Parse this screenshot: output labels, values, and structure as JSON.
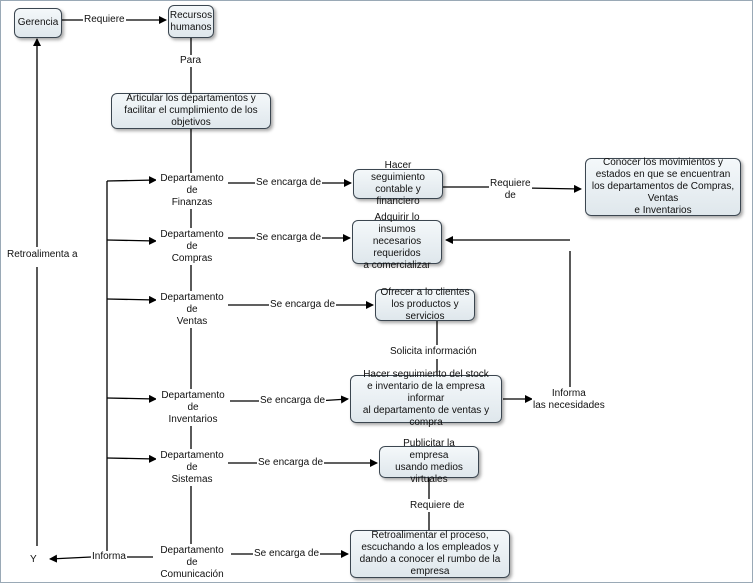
{
  "nodes": {
    "gerencia": "Gerencia",
    "recursos": "Recursos\nhumanos",
    "articular": "Articular los departamentos y\nfacilitar el cumplimiento de los objetivos",
    "seguimiento": "Hacer seguimiento\ncontable y financiero",
    "conocer": "Conocer los movimientos y\nestados en que se encuentran\nlos departamentos de Compras, Ventas\ne Inventarios",
    "adquirir": "Adquirir lo insumos\nnecesarios requeridos\na comercializar",
    "ofrecer": "Ofrecer a lo clientes\nlos productos y servicios",
    "stock": "Hacer seguimiento del stock\ne inventario de la empresa informar\nal departamento de ventas y compra",
    "publicitar": "Publicitar la empresa\nusando medios virtuales",
    "retroalimentar": "Retroalimentar el proceso,\nescuchando a los empleados y\ndando a conocer el rumbo de la empresa"
  },
  "departments": {
    "finanzas": "Departamento de\nFinanzas",
    "compras": "Departamento de\nCompras",
    "ventas": "Departamento de\nVentas",
    "inventarios": "Departamento de\nInventarios",
    "sistemas": "Departamento de\nSistemas",
    "comunicacion": "Departamento de\nComunicación"
  },
  "links": {
    "requiere_top": "Requiere",
    "para": "Para",
    "se_encarga": "Se encarga de",
    "requiere_de": "Requiere\nde",
    "solicita": "Solicita información",
    "informa_necesidades": "Informa\nlas necesidades",
    "requiere_de_sistemas": "Requiere de",
    "informa": "Informa",
    "retroalimenta": "Retroalimenta a",
    "y": "Y"
  }
}
